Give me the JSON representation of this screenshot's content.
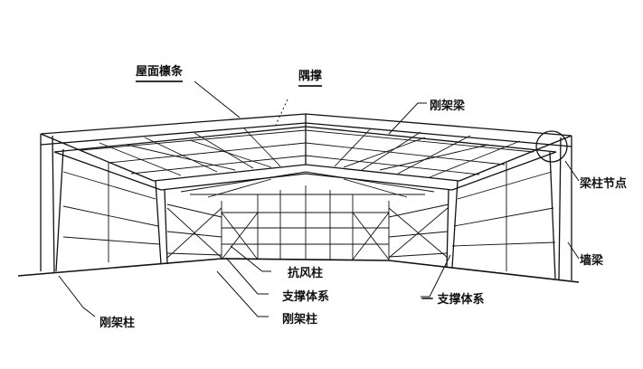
{
  "labels": {
    "roof_purlin": "屋面檩条",
    "knee_brace": "隅撑",
    "frame_beam": "刚架梁",
    "beam_column_joint": "梁柱节点",
    "wall_girt": "墙梁",
    "wind_column": "抗风柱",
    "bracing_system_center": "支撑体系",
    "frame_column_center": "刚架柱",
    "bracing_system_right": "一 支撑体系",
    "frame_column_left": "刚架柱"
  }
}
